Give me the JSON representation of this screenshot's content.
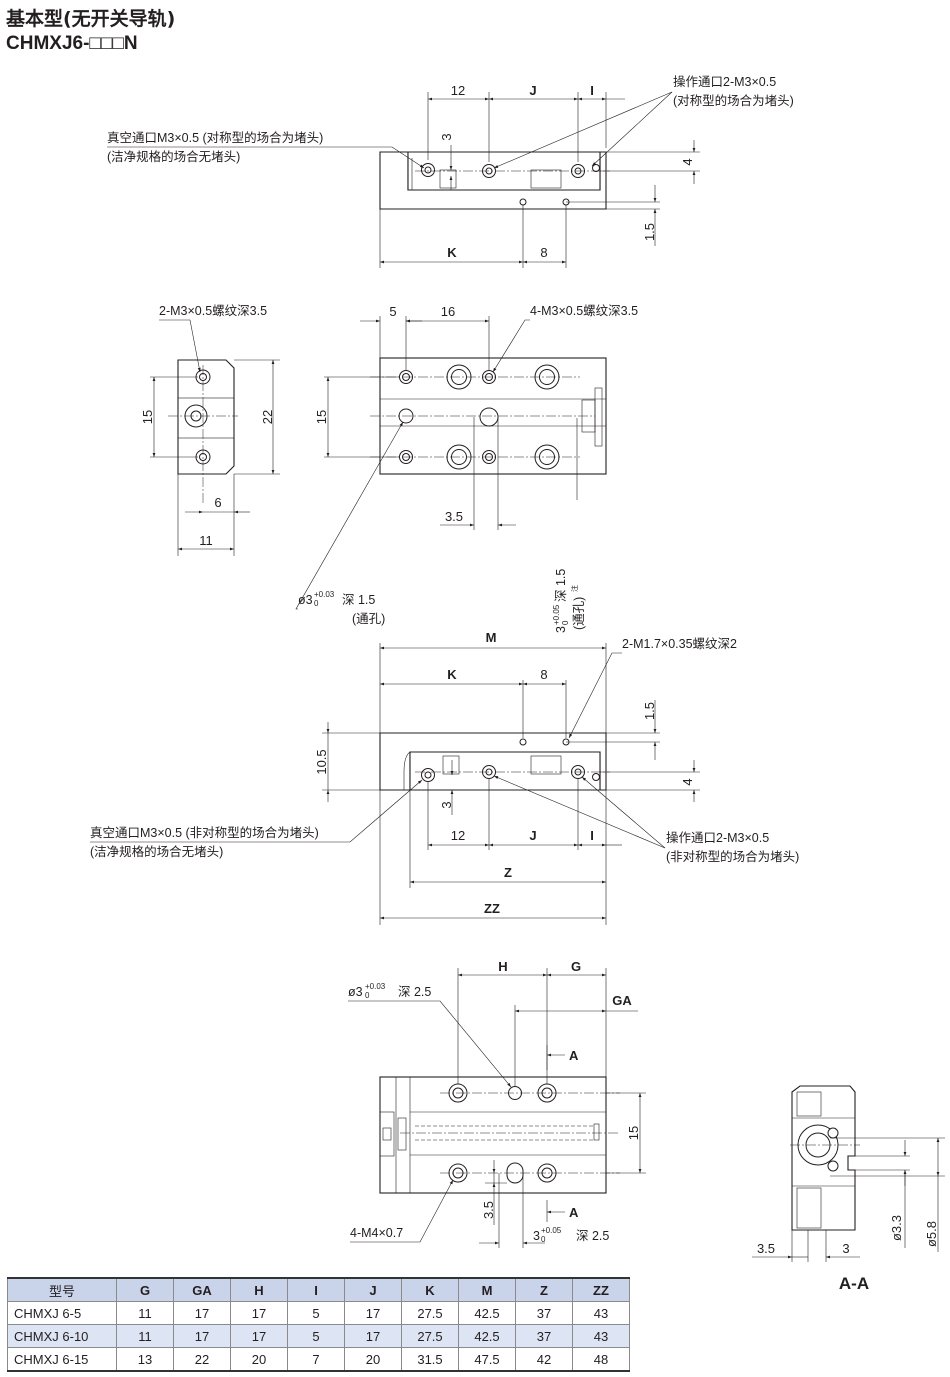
{
  "header": {
    "title": "基本型(无开关导轨)",
    "model_code": "CHMXJ6-□□□N"
  },
  "view1": {
    "dims": {
      "d12": "12",
      "J": "J",
      "I": "I",
      "d3": "3",
      "d4": "4",
      "d15": "1.5",
      "K": "K",
      "d8": "8"
    },
    "note_vacuum_1": "真空通口M3×0.5 (对称型的场合为堵头)",
    "note_vacuum_2": "(洁净规格的场合无堵头)",
    "note_op_1": "操作通口2-M3×0.5",
    "note_op_2": "(对称型的场合为堵头)"
  },
  "view2": {
    "dims": {
      "d15": "15",
      "d22": "22",
      "d6": "6",
      "d11": "11",
      "d5": "5",
      "d16": "16",
      "d15b": "15",
      "d35": "3.5"
    },
    "note_thread_left": "2-M3×0.5螺纹深3.5",
    "note_thread_right": "4-M3×0.5螺纹深3.5",
    "note_hole_a": "ø3",
    "note_hole_a_tol_up": "+0.03",
    "note_hole_a_tol_dn": "0",
    "note_hole_a_depth": "深 1.5",
    "note_hole_a_thru": "(通孔)",
    "note_hole_b": "3",
    "note_hole_b_tol_up": "+0.05",
    "note_hole_b_tol_dn": "0",
    "note_hole_b_depth": "深 1.5",
    "note_hole_b_thru": "(通孔)",
    "note_hole_b_mark": "注"
  },
  "view3": {
    "dims": {
      "M": "M",
      "K": "K",
      "d8": "8",
      "d15": "1.5",
      "d105": "10.5",
      "d4": "4",
      "d3": "3",
      "d12": "12",
      "J": "J",
      "I": "I",
      "Z": "Z",
      "ZZ": "ZZ"
    },
    "note_thread": "2-M1.7×0.35螺纹深2",
    "note_vacuum_1": "真空通口M3×0.5 (非对称型的场合为堵头)",
    "note_vacuum_2": "(洁净规格的场合无堵头)",
    "note_op_1": "操作通口2-M3×0.5",
    "note_op_2": "(非对称型的场合为堵头)"
  },
  "view4": {
    "dims": {
      "H": "H",
      "G": "G",
      "GA": "GA",
      "A1": "A",
      "A2": "A",
      "d15": "15",
      "d35": "3.5"
    },
    "note_hole_a": "ø3",
    "note_hole_a_tol_up": "+0.03",
    "note_hole_a_tol_dn": "0",
    "note_hole_a_depth": "深 2.5",
    "note_thread": "4-M4×0.7",
    "note_hole_b": "3",
    "note_hole_b_tol_up": "+0.05",
    "note_hole_b_tol_dn": "0",
    "note_hole_b_depth": "深 2.5"
  },
  "section": {
    "label": "A-A",
    "dims": {
      "d35": "3.5",
      "d3": "3",
      "d33": "ø3.3",
      "d58": "ø5.8"
    }
  },
  "table": {
    "headers": [
      "型号",
      "G",
      "GA",
      "H",
      "I",
      "J",
      "K",
      "M",
      "Z",
      "ZZ"
    ],
    "rows": [
      [
        "CHMXJ 6-5",
        "11",
        "17",
        "17",
        "5",
        "17",
        "27.5",
        "42.5",
        "37",
        "43"
      ],
      [
        "CHMXJ 6-10",
        "11",
        "17",
        "17",
        "5",
        "17",
        "27.5",
        "42.5",
        "37",
        "43"
      ],
      [
        "CHMXJ 6-15",
        "13",
        "22",
        "20",
        "7",
        "20",
        "31.5",
        "47.5",
        "42",
        "48"
      ]
    ]
  }
}
